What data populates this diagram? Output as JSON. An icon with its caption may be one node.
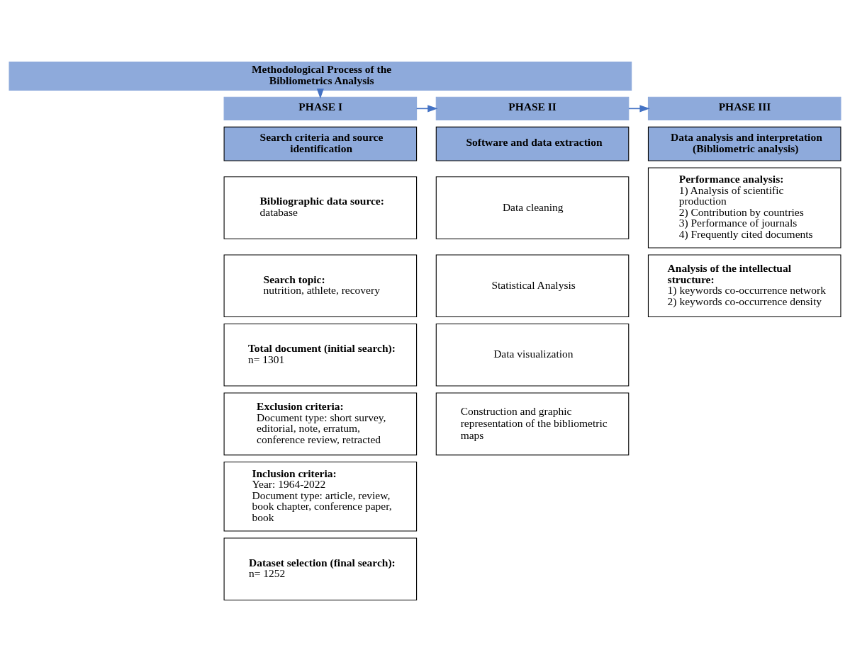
{
  "diagram": {
    "nodes": [
      {
        "text": [
          "Methodological Process of the Bibliometrics Analysis"
        ]
      },
      {
        "text": [
          "PHASE I"
        ]
      },
      {
        "text": [
          "PHASE II"
        ]
      },
      {
        "text": [
          "PHASE III"
        ]
      },
      {
        "text": [
          "Search criteria and source identification"
        ]
      },
      {
        "text": [
          "Bibliographic data source:",
          "database"
        ]
      },
      {
        "text": [
          "Search topic:",
          "nutrition, athlete, recovery"
        ]
      },
      {
        "text": [
          "Total document (initial search):",
          "n= 1301"
        ]
      },
      {
        "text": [
          "Exclusion criteria:",
          "Document type: short survey, editorial, note, erratum, conference review, retracted"
        ]
      },
      {
        "text": [
          "Inclusion criteria:",
          "Year: 1964-2022",
          "Document type: article, review, book chapter, conference paper, book"
        ]
      },
      {
        "text": [
          "Dataset selection (final search):",
          "n= 1252"
        ]
      },
      {
        "text": [
          "Software and data extraction"
        ]
      },
      {
        "text": [
          "Data cleaning"
        ]
      },
      {
        "text": [
          "Statistical Analysis"
        ]
      },
      {
        "text": [
          "Data visualization"
        ]
      },
      {
        "text": [
          "Construction and graphic representation of the bibliometric maps"
        ]
      },
      {
        "text": [
          "Data analysis and interpretation (Bibliometric analysis)"
        ]
      },
      {
        "text": [
          "Performance analysis:",
          "1) Analysis of scientific production",
          "2) Contribution by countries",
          "3) Performance of journals",
          "4) Frequently cited documents"
        ]
      },
      {
        "text": [
          "Analysis of the intellectual structure:",
          "1) keywords co-occurrence network",
          "2) keywords co-occurrence density"
        ]
      }
    ],
    "edges": [
      {
        "from": 0,
        "to": 1,
        "arrow": "to"
      },
      {
        "from": 1,
        "to": 2,
        "arrow": "to"
      },
      {
        "from": 2,
        "to": 3,
        "arrow": "to"
      }
    ]
  }
}
